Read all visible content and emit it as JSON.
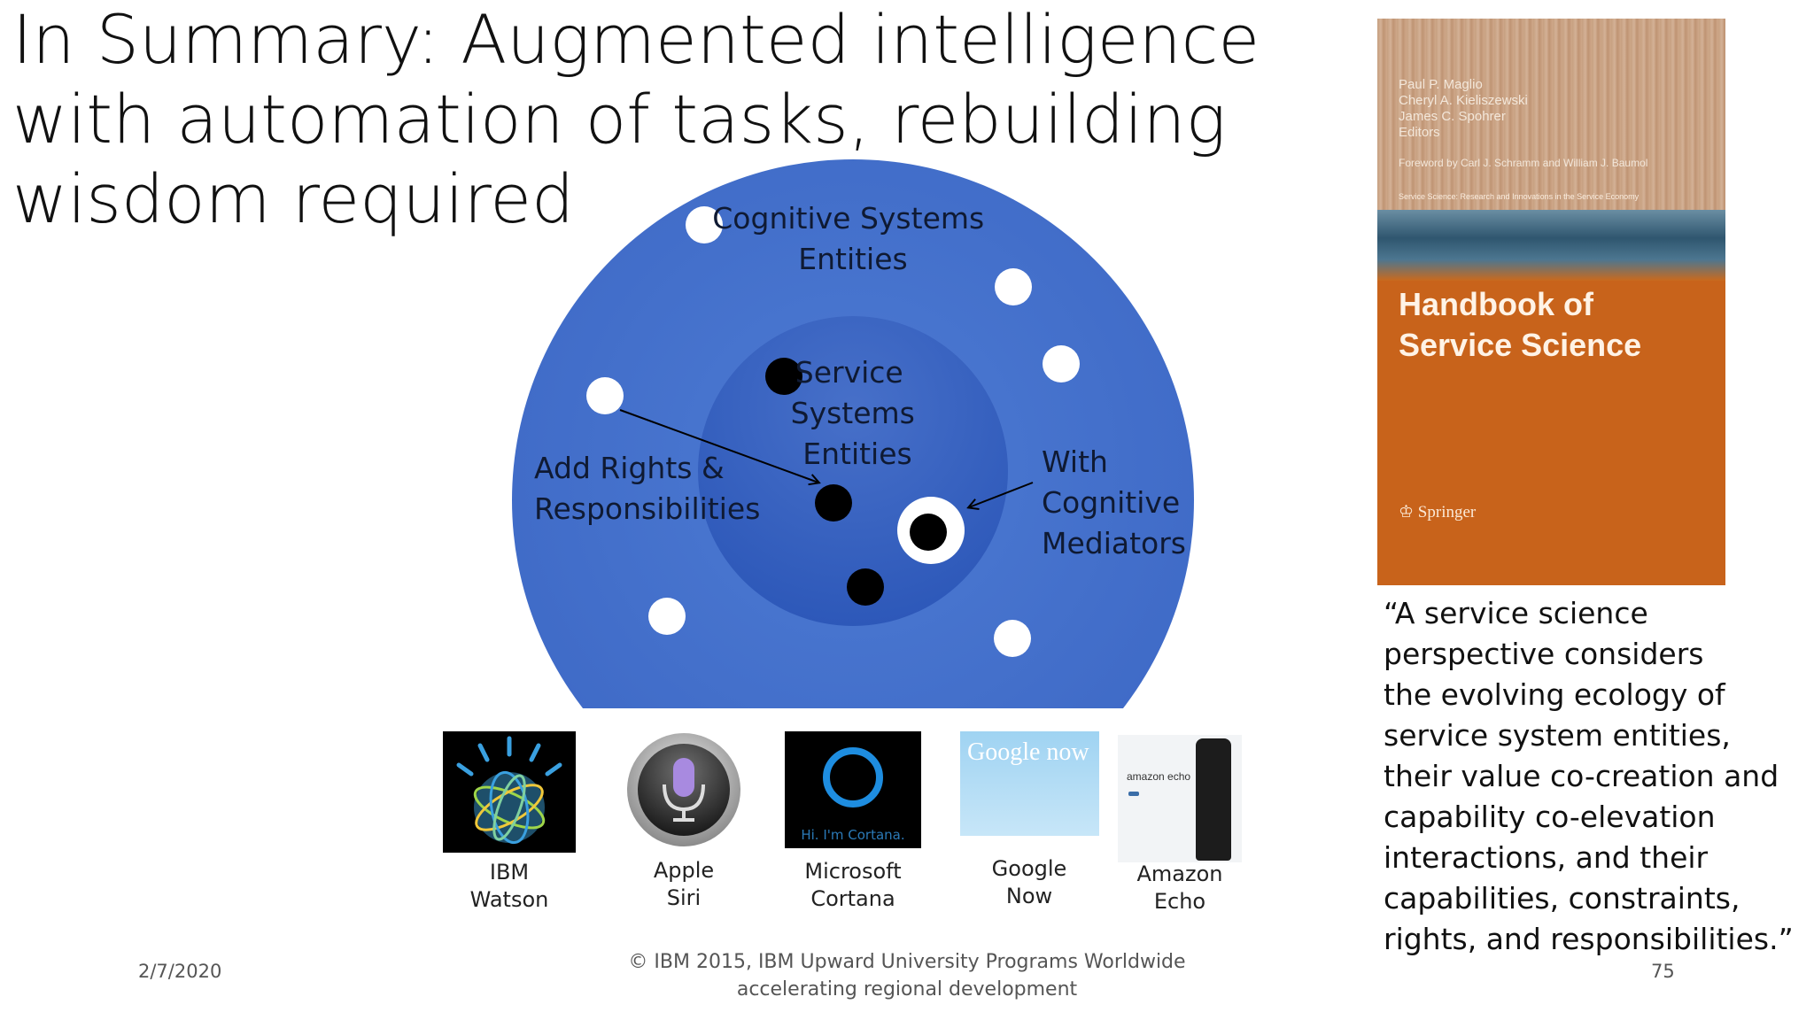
{
  "slide": {
    "title_lines": [
      "In Summary: Augmented intelligence",
      "with automation of tasks, rebuilding",
      "wisdom required"
    ]
  },
  "diagram": {
    "outer_label_lines": [
      "Cognitive Systems",
      "Entities"
    ],
    "inner_label_lines": [
      "Service",
      "Systems",
      "Entities"
    ],
    "left_label_lines": [
      "Add Rights &",
      "Responsibilities"
    ],
    "right_label_lines": [
      "With",
      "Cognitive",
      "Mediators"
    ],
    "colors": {
      "outer": "#4a76cf",
      "inner": "#3560c0",
      "white_dot": "#ffffff",
      "black_dot": "#000000"
    }
  },
  "assistants": [
    {
      "name_lines": [
        "IBM",
        "Watson"
      ],
      "icon": "ibm-watson-globe-icon"
    },
    {
      "name_lines": [
        "Apple",
        "Siri"
      ],
      "icon": "siri-microphone-icon"
    },
    {
      "name_lines": [
        "Microsoft",
        "Cortana"
      ],
      "icon": "cortana-ring-icon",
      "caption": "Hi. I'm Cortana."
    },
    {
      "name_lines": [
        "Google",
        "Now"
      ],
      "icon": "google-now-icon",
      "caption": "Google now"
    },
    {
      "name_lines": [
        "Amazon",
        "Echo"
      ],
      "icon": "amazon-echo-speaker-icon",
      "caption": "amazon echo"
    }
  ],
  "book": {
    "editors": [
      "Paul P. Maglio",
      "Cheryl A. Kieliszewski",
      "James C. Spohrer",
      "Editors"
    ],
    "foreword": "Foreword by Carl J. Schramm and William J. Baumol",
    "series": "Service Science: Research and Innovations in the Service Economy",
    "title_lines": [
      "Handbook of",
      "Service Science"
    ],
    "publisher": "Springer",
    "colors": {
      "cover_orange": "#c8631b",
      "cover_top": "#c9a282"
    }
  },
  "quote_lines": [
    "“A service science",
    "perspective considers",
    "the evolving ecology of",
    "service system entities,",
    "their value co-creation and",
    "capability co-elevation",
    "interactions, and their",
    "capabilities,  constraints,",
    "rights, and  responsibilities.”"
  ],
  "footer": {
    "date": "2/7/2020",
    "copyright_lines": [
      "© IBM 2015, IBM Upward University Programs Worldwide",
      "accelerating regional development"
    ],
    "page_number": "75"
  }
}
